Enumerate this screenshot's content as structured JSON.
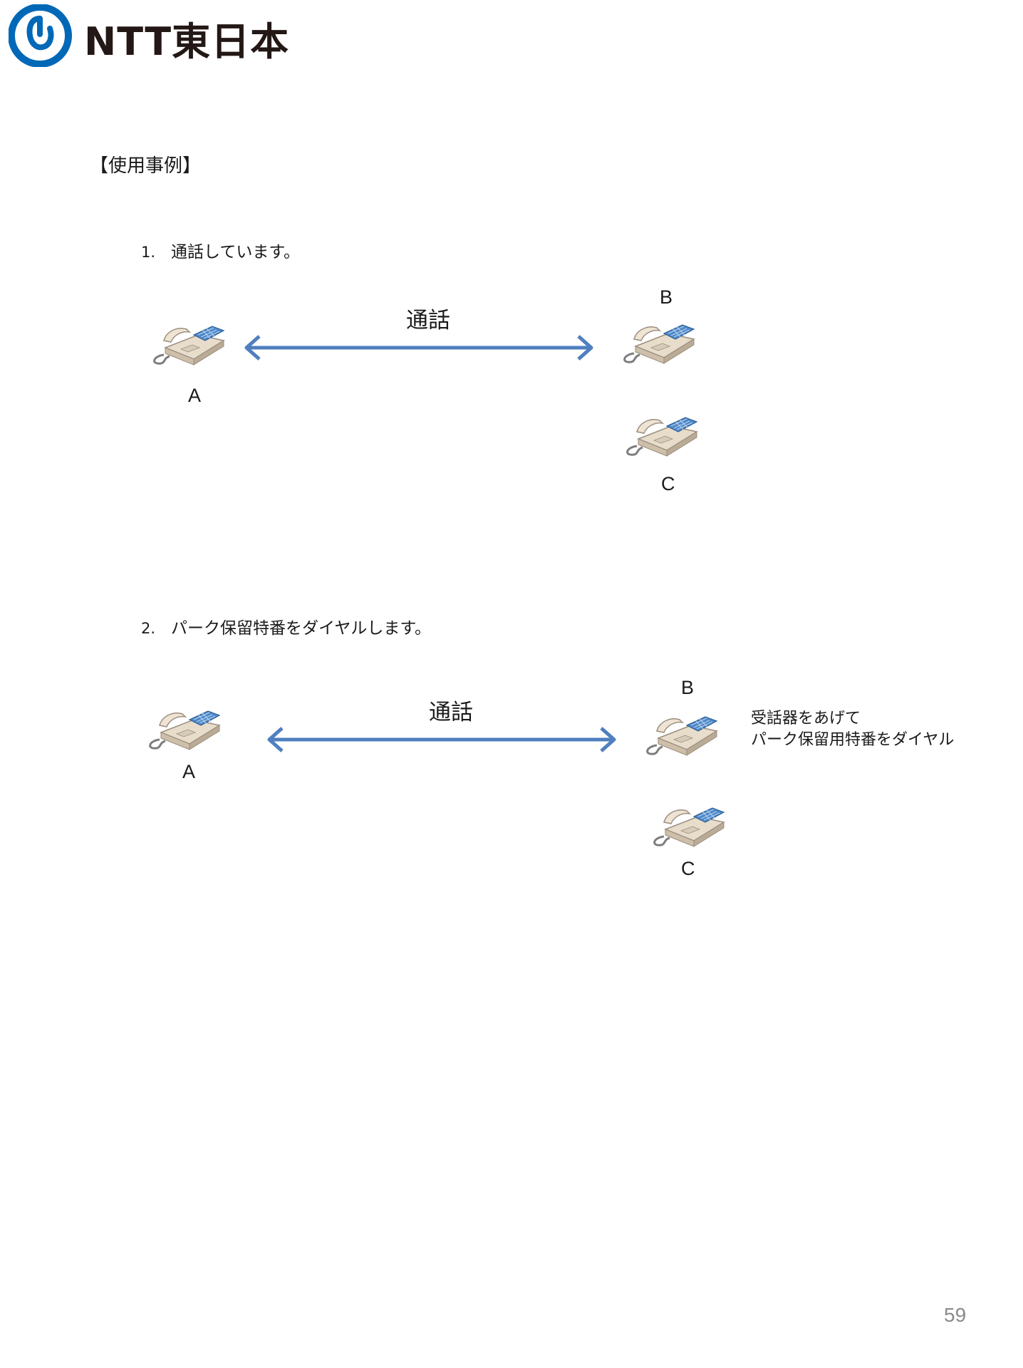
{
  "header": {
    "logo_text": "NTT東日本"
  },
  "heading": "【使用事例】",
  "steps": [
    {
      "number": "1.",
      "text": "通話しています。",
      "call_label": "通話",
      "labels": {
        "a": "A",
        "b": "B",
        "c": "C"
      }
    },
    {
      "number": "2.",
      "text": "パーク保留特番をダイヤルします。",
      "call_label": "通話",
      "labels": {
        "a": "A",
        "b": "B",
        "c": "C"
      },
      "note_line1": "受話器をあげて",
      "note_line2": "パーク保留用特番をダイヤル"
    }
  ],
  "page_number": "59",
  "colors": {
    "logo_blue": "#0068b7",
    "arrow_blue": "#4f7fbf",
    "text": "#1a1a1a"
  },
  "icons": [
    "ntt-logo-icon",
    "telephone-icon",
    "double-arrow-icon"
  ]
}
